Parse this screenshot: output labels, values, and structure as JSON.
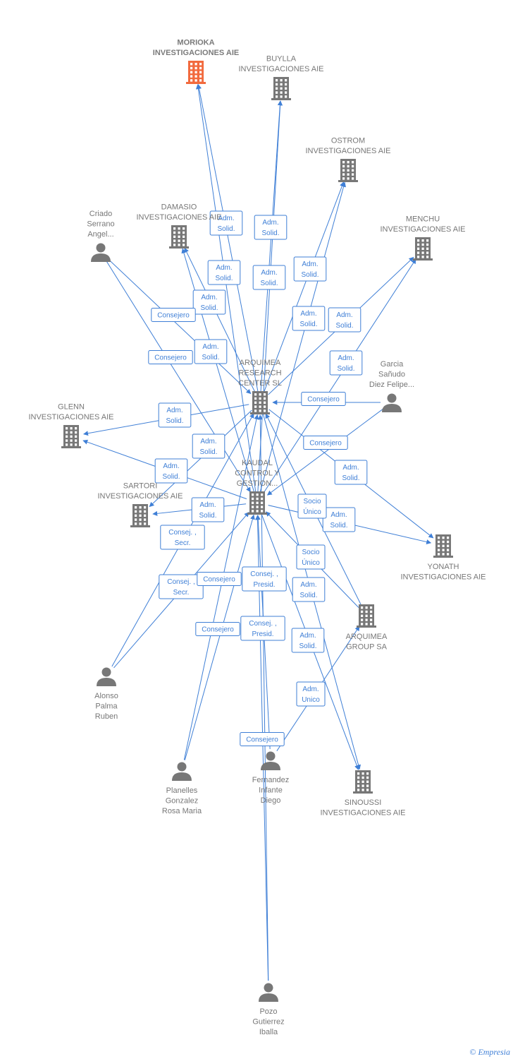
{
  "colors": {
    "edge": "#3f7fd6",
    "node": "#777777",
    "highlight": "#f26a3e"
  },
  "nodes": [
    {
      "id": "morioka",
      "type": "company",
      "highlight": true,
      "lines": [
        "MORIOKA",
        "INVESTIGACIONES AIE"
      ]
    },
    {
      "id": "buylla",
      "type": "company",
      "lines": [
        "BUYLLA",
        "INVESTIGACIONES AIE"
      ]
    },
    {
      "id": "ostrom",
      "type": "company",
      "lines": [
        "OSTROM",
        "INVESTIGACIONES AIE"
      ]
    },
    {
      "id": "damasio",
      "type": "company",
      "lines": [
        "DAMASIO",
        "INVESTIGACIONES AIE"
      ]
    },
    {
      "id": "criado",
      "type": "person",
      "lines": [
        "Criado",
        "Serrano",
        "Angel..."
      ]
    },
    {
      "id": "menchu",
      "type": "company",
      "lines": [
        "MENCHU",
        "INVESTIGACIONES AIE"
      ]
    },
    {
      "id": "arquimea_rc",
      "type": "company",
      "lines": [
        "ARQUIMEA",
        "RESEARCH",
        "CENTER  SL"
      ]
    },
    {
      "id": "garcia",
      "type": "person",
      "lines": [
        "Garcia",
        "Sañudo",
        "Diez Felipe..."
      ]
    },
    {
      "id": "glenn",
      "type": "company",
      "lines": [
        "GLENN",
        "INVESTIGACIONES AIE"
      ]
    },
    {
      "id": "kaudal",
      "type": "company",
      "lines": [
        "KAUDAL",
        "CONTROL Y",
        "GESTION..."
      ]
    },
    {
      "id": "sartori",
      "type": "company",
      "lines": [
        "SARTORI",
        "INVESTIGACIONES AIE"
      ]
    },
    {
      "id": "yonath",
      "type": "company",
      "lines": [
        "YONATH",
        "INVESTIGACIONES AIE"
      ]
    },
    {
      "id": "arquimea_group",
      "type": "company",
      "lines": [
        "ARQUIMEA",
        "GROUP SA"
      ]
    },
    {
      "id": "alonso",
      "type": "person",
      "lines": [
        "Alonso",
        "Palma",
        "Ruben"
      ]
    },
    {
      "id": "planelles",
      "type": "person",
      "lines": [
        "Planelles",
        "Gonzalez",
        "Rosa Maria"
      ]
    },
    {
      "id": "fernandez",
      "type": "person",
      "lines": [
        "Fernandez",
        "Infante",
        "Diego"
      ]
    },
    {
      "id": "sinoussi",
      "type": "company",
      "lines": [
        "SINOUSSI",
        "INVESTIGACIONES AIE"
      ]
    },
    {
      "id": "pozo",
      "type": "person",
      "lines": [
        "Pozo",
        "Gutierrez",
        "Iballa"
      ]
    }
  ],
  "edges": [
    {
      "from": "kaudal",
      "to": "morioka",
      "label": [
        "Adm.",
        "Solid."
      ]
    },
    {
      "from": "arquimea_rc",
      "to": "morioka",
      "label": [
        "Adm.",
        "Solid."
      ]
    },
    {
      "from": "kaudal",
      "to": "buylla",
      "label": [
        "Adm.",
        "Solid."
      ]
    },
    {
      "from": "arquimea_rc",
      "to": "buylla",
      "label": [
        "Adm.",
        "Solid."
      ]
    },
    {
      "from": "kaudal",
      "to": "ostrom",
      "label": [
        "Adm.",
        "Solid."
      ]
    },
    {
      "from": "arquimea_rc",
      "to": "ostrom",
      "label": [
        "Adm.",
        "Solid."
      ]
    },
    {
      "from": "kaudal",
      "to": "damasio",
      "label": [
        "Adm.",
        "Solid."
      ]
    },
    {
      "from": "arquimea_rc",
      "to": "damasio",
      "label": [
        "Adm.",
        "Solid."
      ]
    },
    {
      "from": "kaudal",
      "to": "menchu",
      "label": [
        "Adm.",
        "Solid."
      ]
    },
    {
      "from": "arquimea_rc",
      "to": "menchu",
      "label": [
        "Adm.",
        "Solid."
      ]
    },
    {
      "from": "criado",
      "to": "arquimea_rc",
      "label": [
        "Consejero"
      ]
    },
    {
      "from": "criado",
      "to": "kaudal",
      "label": [
        "Consejero"
      ]
    },
    {
      "from": "garcia",
      "to": "arquimea_rc",
      "label": [
        "Consejero"
      ]
    },
    {
      "from": "garcia",
      "to": "kaudal",
      "label": [
        "Consejero"
      ]
    },
    {
      "from": "arquimea_rc",
      "to": "glenn",
      "label": [
        "Adm.",
        "Solid."
      ]
    },
    {
      "from": "kaudal",
      "to": "glenn",
      "label": [
        "Adm.",
        "Solid."
      ]
    },
    {
      "from": "arquimea_rc",
      "to": "sartori",
      "label": [
        "Adm.",
        "Solid."
      ]
    },
    {
      "from": "kaudal",
      "to": "sartori",
      "label": [
        "Adm.",
        "Solid."
      ]
    },
    {
      "from": "arquimea_rc",
      "to": "yonath",
      "label": [
        "Adm.",
        "Solid."
      ]
    },
    {
      "from": "kaudal",
      "to": "yonath",
      "label": [
        "Adm.",
        "Solid."
      ]
    },
    {
      "from": "arquimea_group",
      "to": "arquimea_rc",
      "label": [
        "Socio",
        "Único"
      ]
    },
    {
      "from": "arquimea_group",
      "to": "kaudal",
      "label": [
        "Socio",
        "Único"
      ]
    },
    {
      "from": "arquimea_rc",
      "to": "sinoussi",
      "label": [
        "Adm.",
        "Solid."
      ]
    },
    {
      "from": "kaudal",
      "to": "sinoussi",
      "label": [
        "Adm.",
        "Solid."
      ]
    },
    {
      "from": "fernandez",
      "to": "arquimea_group",
      "label": [
        "Adm.",
        "Unico"
      ]
    },
    {
      "from": "alonso",
      "to": "arquimea_rc",
      "label": [
        "Consej. ,",
        "Secr."
      ]
    },
    {
      "from": "alonso",
      "to": "kaudal",
      "label": [
        "Consej. ,",
        "Secr."
      ]
    },
    {
      "from": "planelles",
      "to": "arquimea_rc",
      "label": [
        "Consejero"
      ]
    },
    {
      "from": "planelles",
      "to": "kaudal",
      "label": [
        "Consejero"
      ]
    },
    {
      "from": "pozo",
      "to": "arquimea_rc",
      "label": [
        "Consej. ,",
        "Presid."
      ]
    },
    {
      "from": "pozo",
      "to": "kaudal",
      "label": [
        "Consej. ,",
        "Presid."
      ]
    },
    {
      "from": "fernandez",
      "to": "kaudal",
      "label": [
        "Consejero"
      ]
    }
  ],
  "footer": {
    "copyright": "©",
    "brand": "Empresia"
  }
}
